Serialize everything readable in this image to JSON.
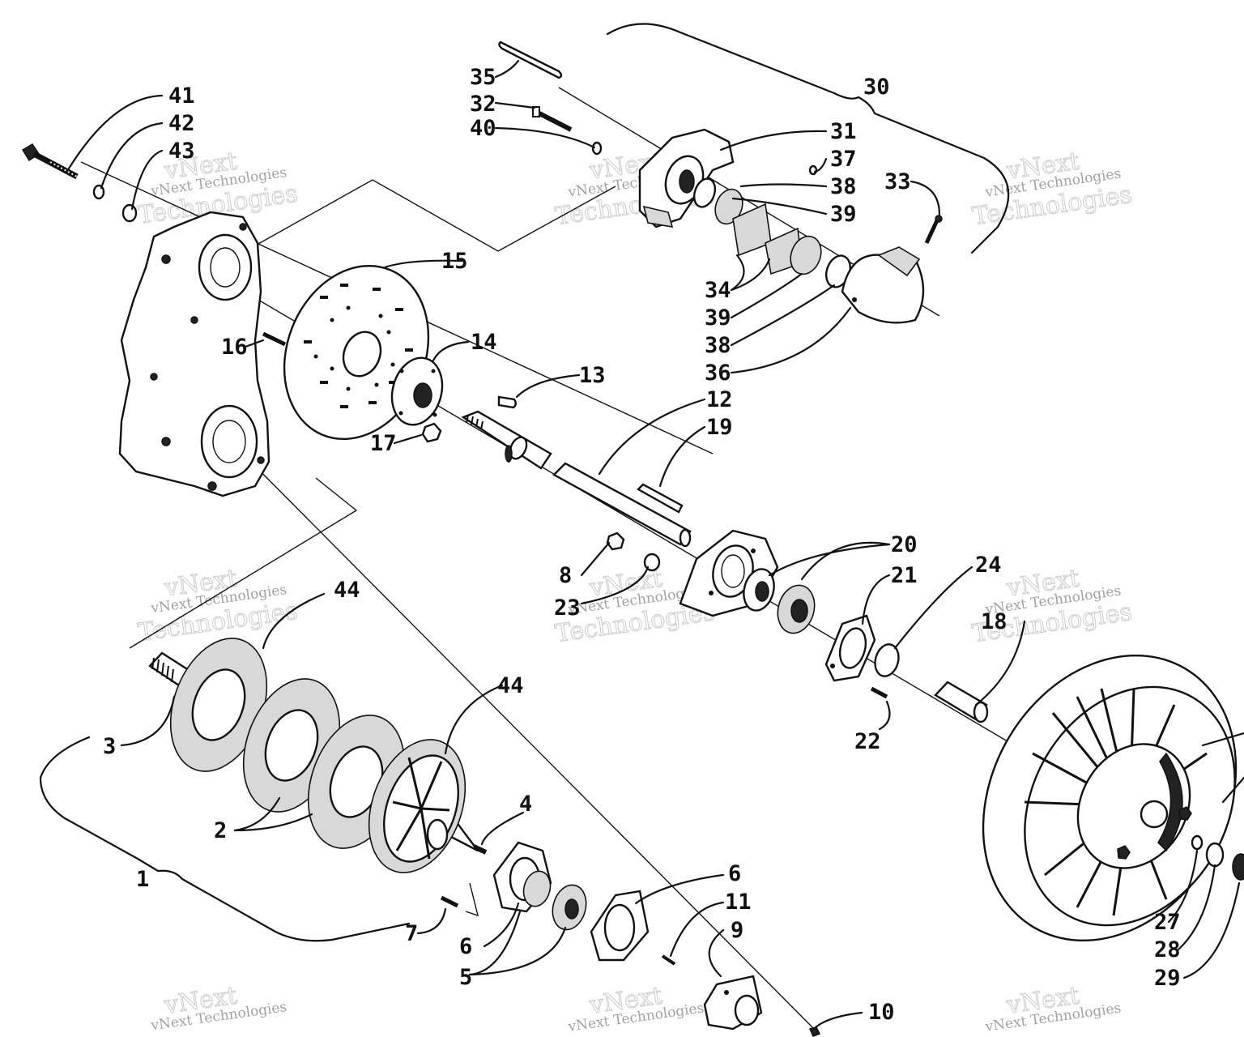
{
  "watermark": {
    "line1": "vNext",
    "line2": "vNext Technologies",
    "line3": "Technologies"
  },
  "callouts": [
    {
      "id": "41",
      "label": "41"
    },
    {
      "id": "42",
      "label": "42"
    },
    {
      "id": "43",
      "label": "43"
    },
    {
      "id": "35",
      "label": "35"
    },
    {
      "id": "32",
      "label": "32"
    },
    {
      "id": "40",
      "label": "40"
    },
    {
      "id": "30",
      "label": "30"
    },
    {
      "id": "31",
      "label": "31"
    },
    {
      "id": "37",
      "label": "37"
    },
    {
      "id": "38a",
      "label": "38"
    },
    {
      "id": "39a",
      "label": "39"
    },
    {
      "id": "33",
      "label": "33"
    },
    {
      "id": "34",
      "label": "34"
    },
    {
      "id": "39b",
      "label": "39"
    },
    {
      "id": "38b",
      "label": "38"
    },
    {
      "id": "36",
      "label": "36"
    },
    {
      "id": "15",
      "label": "15"
    },
    {
      "id": "16",
      "label": "16"
    },
    {
      "id": "14",
      "label": "14"
    },
    {
      "id": "13",
      "label": "13"
    },
    {
      "id": "12",
      "label": "12"
    },
    {
      "id": "19",
      "label": "19"
    },
    {
      "id": "17",
      "label": "17"
    },
    {
      "id": "20",
      "label": "20"
    },
    {
      "id": "21",
      "label": "21"
    },
    {
      "id": "24",
      "label": "24"
    },
    {
      "id": "8",
      "label": "8"
    },
    {
      "id": "23",
      "label": "23"
    },
    {
      "id": "18",
      "label": "18"
    },
    {
      "id": "22",
      "label": "22"
    },
    {
      "id": "44a",
      "label": "44"
    },
    {
      "id": "44b",
      "label": "44"
    },
    {
      "id": "3",
      "label": "3"
    },
    {
      "id": "2",
      "label": "2"
    },
    {
      "id": "4",
      "label": "4"
    },
    {
      "id": "1",
      "label": "1"
    },
    {
      "id": "7",
      "label": "7"
    },
    {
      "id": "6a",
      "label": "6"
    },
    {
      "id": "6b",
      "label": "6"
    },
    {
      "id": "5",
      "label": "5"
    },
    {
      "id": "11",
      "label": "11"
    },
    {
      "id": "9",
      "label": "9"
    },
    {
      "id": "10",
      "label": "10"
    },
    {
      "id": "27",
      "label": "27"
    },
    {
      "id": "28",
      "label": "28"
    },
    {
      "id": "29",
      "label": "29"
    }
  ]
}
